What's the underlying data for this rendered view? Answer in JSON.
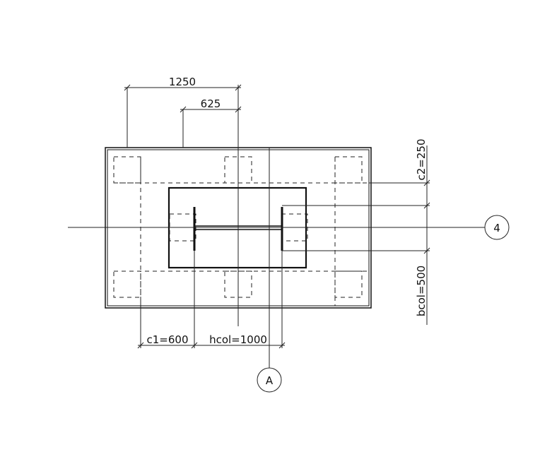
{
  "dimensions": {
    "top_outer": "1250",
    "top_inner": "625",
    "c1": "c1=600",
    "hcol": "hcol=1000",
    "c2": "c2=250",
    "bcol": "bcol=500"
  },
  "axes": {
    "horizontal_axis_label": "4",
    "vertical_axis_label": "A"
  }
}
